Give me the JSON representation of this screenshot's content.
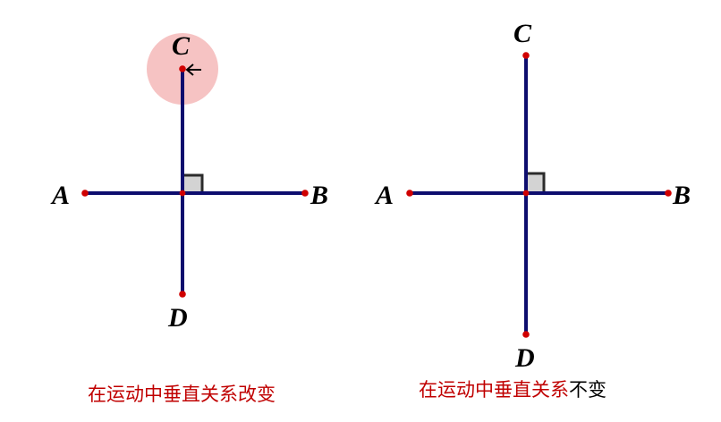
{
  "left_figure": {
    "labels": {
      "A": "A",
      "B": "B",
      "C": "C",
      "D": "D"
    },
    "caption": "在运动中垂直关系改变",
    "cursor": "arrow-cursor-icon"
  },
  "right_figure": {
    "labels": {
      "A": "A",
      "B": "B",
      "C": "C",
      "D": "D"
    },
    "caption_red": "在运动中垂直关系",
    "caption_black": "不变"
  },
  "colors": {
    "line": "#0d0d6e",
    "point": "#d00000",
    "highlight": "#f5b8b8",
    "caption": "#c00000",
    "right_angle_fill": "#d3d3d3"
  }
}
